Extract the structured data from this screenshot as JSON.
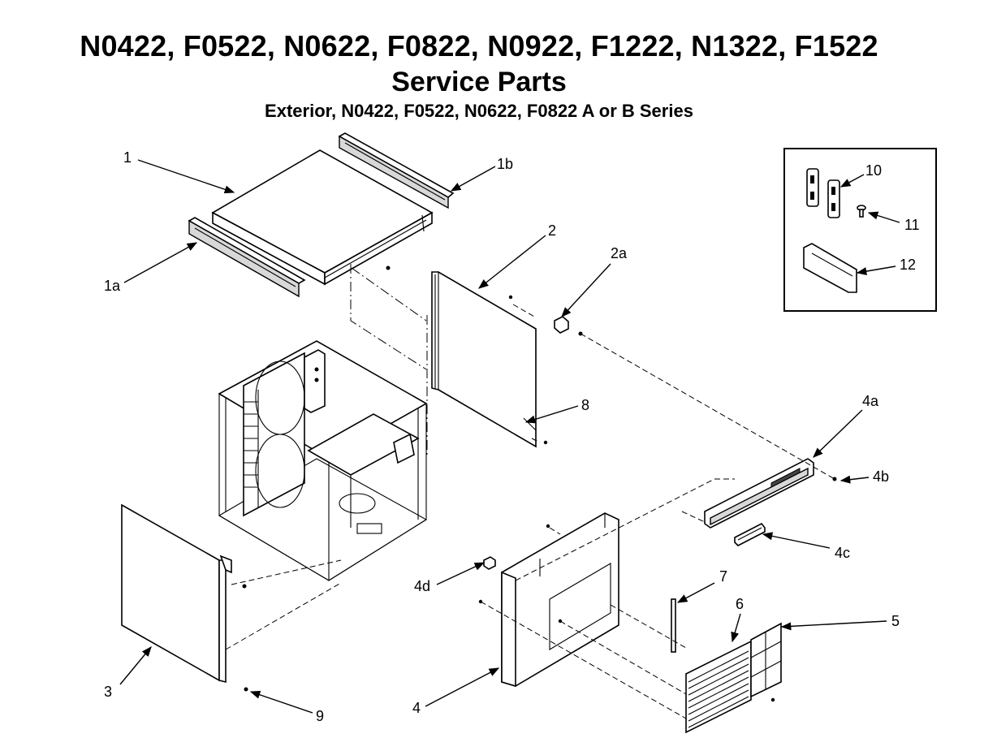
{
  "header": {
    "models": "N0422, F0522, N0622, F0822, N0922, F1222, N1322, F1522",
    "title": "Service Parts",
    "subtitle": "Exterior, N0422, F0522, N0622, F0822 A or B Series"
  },
  "callouts": {
    "c1": "1",
    "c1a": "1a",
    "c1b": "1b",
    "c2": "2",
    "c2a": "2a",
    "c3": "3",
    "c4": "4",
    "c4a": "4a",
    "c4b": "4b",
    "c4c": "4c",
    "c4d": "4d",
    "c5": "5",
    "c6": "6",
    "c7": "7",
    "c8": "8",
    "c9": "9",
    "c10": "10",
    "c11": "11",
    "c12": "12"
  }
}
